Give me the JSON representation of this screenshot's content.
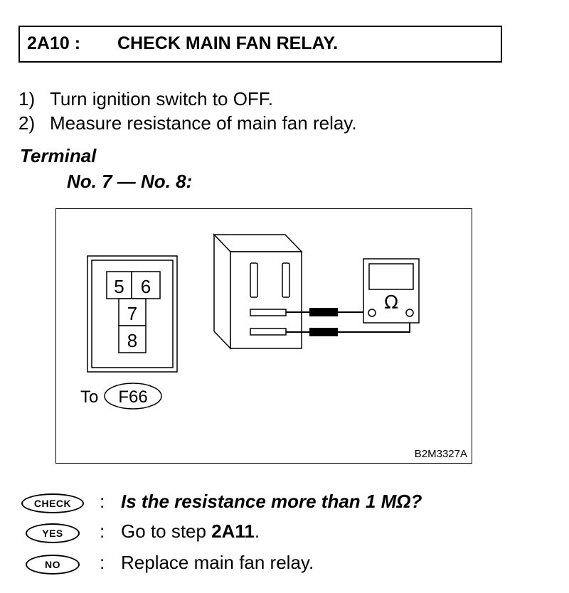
{
  "header": {
    "step": "2A10 :",
    "title": "CHECK MAIN FAN RELAY."
  },
  "procedure": [
    {
      "num": "1)",
      "text": "Turn ignition switch to OFF."
    },
    {
      "num": "2)",
      "text": "Measure resistance of main fan relay."
    }
  ],
  "terminal": {
    "label": "Terminal",
    "value": "No. 7 — No. 8:"
  },
  "figure": {
    "connector_pins": [
      "5",
      "6",
      "7",
      "8"
    ],
    "connector_to": "To",
    "connector_ref": "F66",
    "meter_symbol": "Ω",
    "code": "B2M3327A"
  },
  "results": {
    "check": {
      "badge": "CHECK",
      "colon": ":",
      "text": "Is the resistance more than 1 MΩ?"
    },
    "yes": {
      "badge": "YES",
      "colon": ":",
      "text_prefix": "Go to step ",
      "text_step": "2A11",
      "text_suffix": "."
    },
    "no": {
      "badge": "NO",
      "colon": ":",
      "text": "Replace main fan relay."
    }
  }
}
